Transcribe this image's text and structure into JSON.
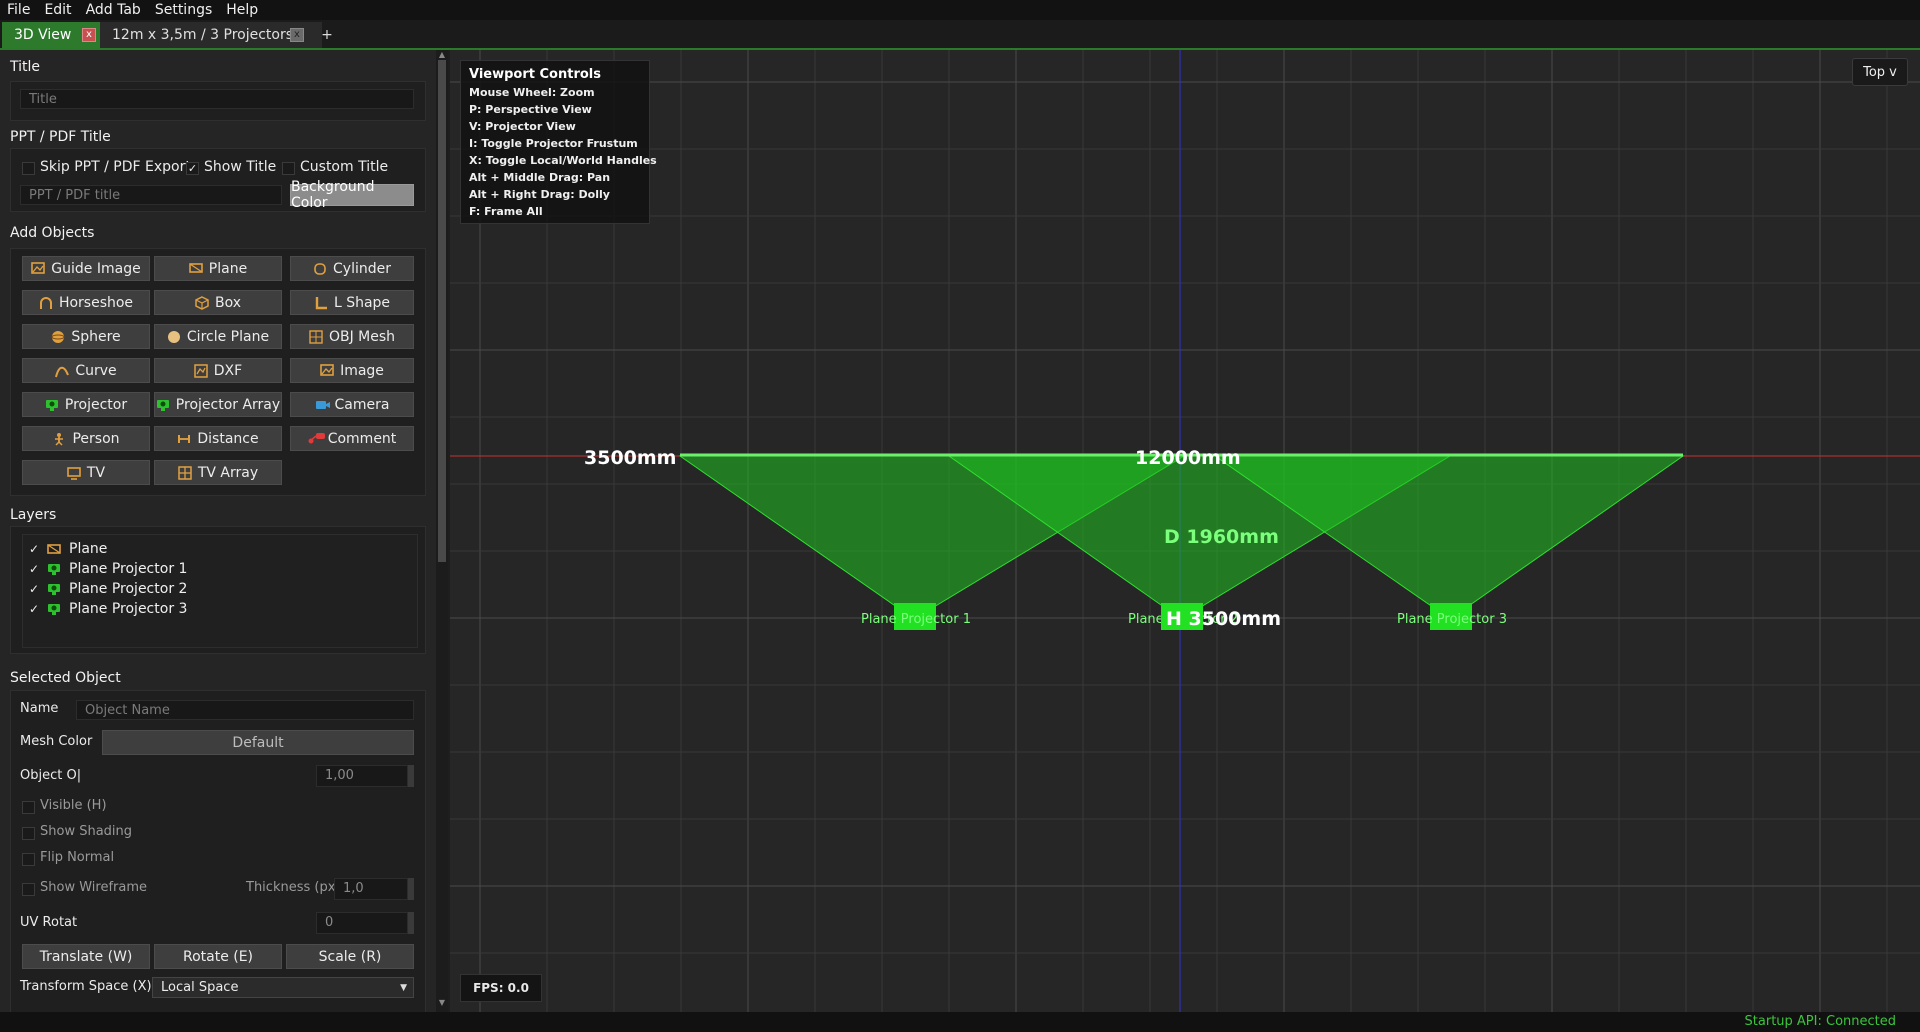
{
  "menu": [
    "File",
    "Edit",
    "Add Tab",
    "Settings",
    "Help"
  ],
  "tabs": [
    {
      "label": "3D View",
      "close": "x",
      "active": true
    },
    {
      "label": "12m x 3,5m / 3 Projectors",
      "close": "x",
      "active": false
    }
  ],
  "tab_add": "+",
  "panel": {
    "title_section": {
      "heading": "Title",
      "placeholder": "Title"
    },
    "ppt_section": {
      "heading": "PPT / PDF Title",
      "skip_export": "Skip PPT / PDF Export",
      "show_title": "Show Title",
      "show_title_check": "✓",
      "custom_title": "Custom Title",
      "placeholder": "PPT / PDF title",
      "bg_button": "Background Color"
    },
    "add_objects": {
      "heading": "Add Objects",
      "buttons": [
        {
          "label": "Guide Image",
          "icon": "image-icon"
        },
        {
          "label": "Plane",
          "icon": "plane-icon"
        },
        {
          "label": "Cylinder",
          "icon": "cylinder-icon"
        },
        {
          "label": "Horseshoe",
          "icon": "horseshoe-icon"
        },
        {
          "label": "Box",
          "icon": "box-icon"
        },
        {
          "label": "L Shape",
          "icon": "l-shape-icon"
        },
        {
          "label": "Sphere",
          "icon": "sphere-icon"
        },
        {
          "label": "Circle Plane",
          "icon": "circle-plane-icon"
        },
        {
          "label": "OBJ Mesh",
          "icon": "mesh-icon"
        },
        {
          "label": "Curve",
          "icon": "curve-icon"
        },
        {
          "label": "DXF",
          "icon": "dxf-icon"
        },
        {
          "label": "Image",
          "icon": "image-icon"
        },
        {
          "label": "Projector",
          "icon": "projector-icon"
        },
        {
          "label": "Projector Array",
          "icon": "projector-array-icon"
        },
        {
          "label": "Camera",
          "icon": "camera-icon"
        },
        {
          "label": "Person",
          "icon": "person-icon"
        },
        {
          "label": "Distance",
          "icon": "distance-icon"
        },
        {
          "label": "Comment",
          "icon": "comment-icon"
        },
        {
          "label": "TV",
          "icon": "tv-icon"
        },
        {
          "label": "TV Array",
          "icon": "tv-array-icon"
        }
      ]
    },
    "layers": {
      "heading": "Layers",
      "check": "✓",
      "items": [
        "Plane",
        "Plane Projector 1",
        "Plane Projector 2",
        "Plane Projector 3"
      ]
    },
    "selected": {
      "heading": "Selected Object",
      "name_label": "Name",
      "name_placeholder": "Object Name",
      "mesh_color_label": "Mesh Color",
      "mesh_color_value": "Default",
      "opacity_label": "Object O|",
      "opacity_value": "1,00",
      "visible": "Visible (H)",
      "show_shading": "Show Shading",
      "flip_normal": "Flip Normal",
      "show_wireframe": "Show Wireframe",
      "thickness_label": "Thickness (px)",
      "thickness_value": "1,0",
      "uv_label": "UV Rotat",
      "uv_value": "0",
      "translate": "Translate (W)",
      "rotate": "Rotate (E)",
      "scale": "Scale (R)",
      "transform_space_label": "Transform Space (X)",
      "transform_space_value": "Local Space"
    }
  },
  "viewport": {
    "controls_title": "Viewport Controls",
    "controls": [
      "Mouse Wheel: Zoom",
      "P: Perspective View",
      "V: Projector View",
      "I: Toggle Projector Frustum",
      "X: Toggle Local/World Handles",
      "Alt + Middle Drag: Pan",
      "Alt + Right Drag: Dolly",
      "F: Frame All"
    ],
    "view_mode": "Top v",
    "fps": "FPS: 0.0",
    "dim_height": "3500mm",
    "dim_width": "12000mm",
    "dim_distance": "D 1960mm",
    "dim_proj_height": "H 3500mm",
    "projectors": [
      "Plane Projector 1",
      "Plane Projector 2",
      "Plane Projector 3"
    ],
    "colors": {
      "frustum": "#1fbf1f",
      "axis_x": "#c83232",
      "axis_y": "#3232d2"
    }
  },
  "status": "Startup API: Connected"
}
